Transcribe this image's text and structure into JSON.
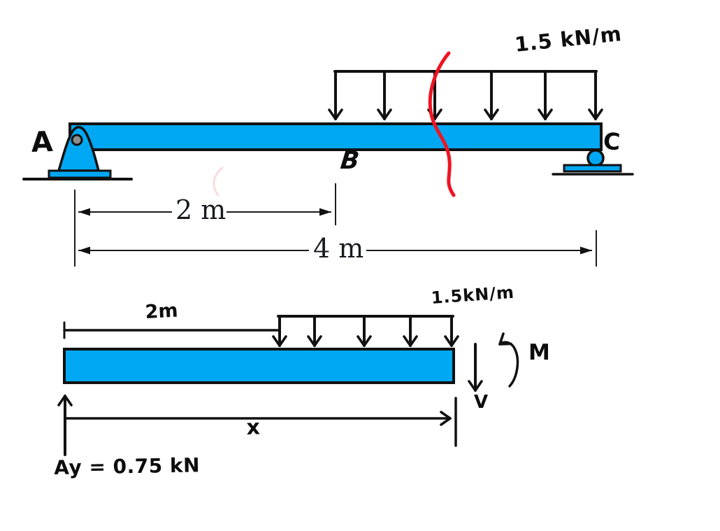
{
  "top_diagram": {
    "support_a_label": "A",
    "point_b_label": "B",
    "support_c_label": "C",
    "distributed_load_label": "1.5 kN/m",
    "dim_a_to_b": "2 m",
    "dim_a_to_c": "4 m"
  },
  "fbd_diagram": {
    "dim_from_a": "2m",
    "distributed_load_label": "1.5kN/m",
    "shear_force_label": "V",
    "moment_label": "M",
    "cut_distance_label": "x",
    "reaction_label": "Ay = 0.75 kN"
  },
  "colors": {
    "beam_fill": "#00A8F3",
    "outline": "#111111",
    "section_cut_red": "#EE1422",
    "pin_hole_gray": "#8C8C8C"
  }
}
